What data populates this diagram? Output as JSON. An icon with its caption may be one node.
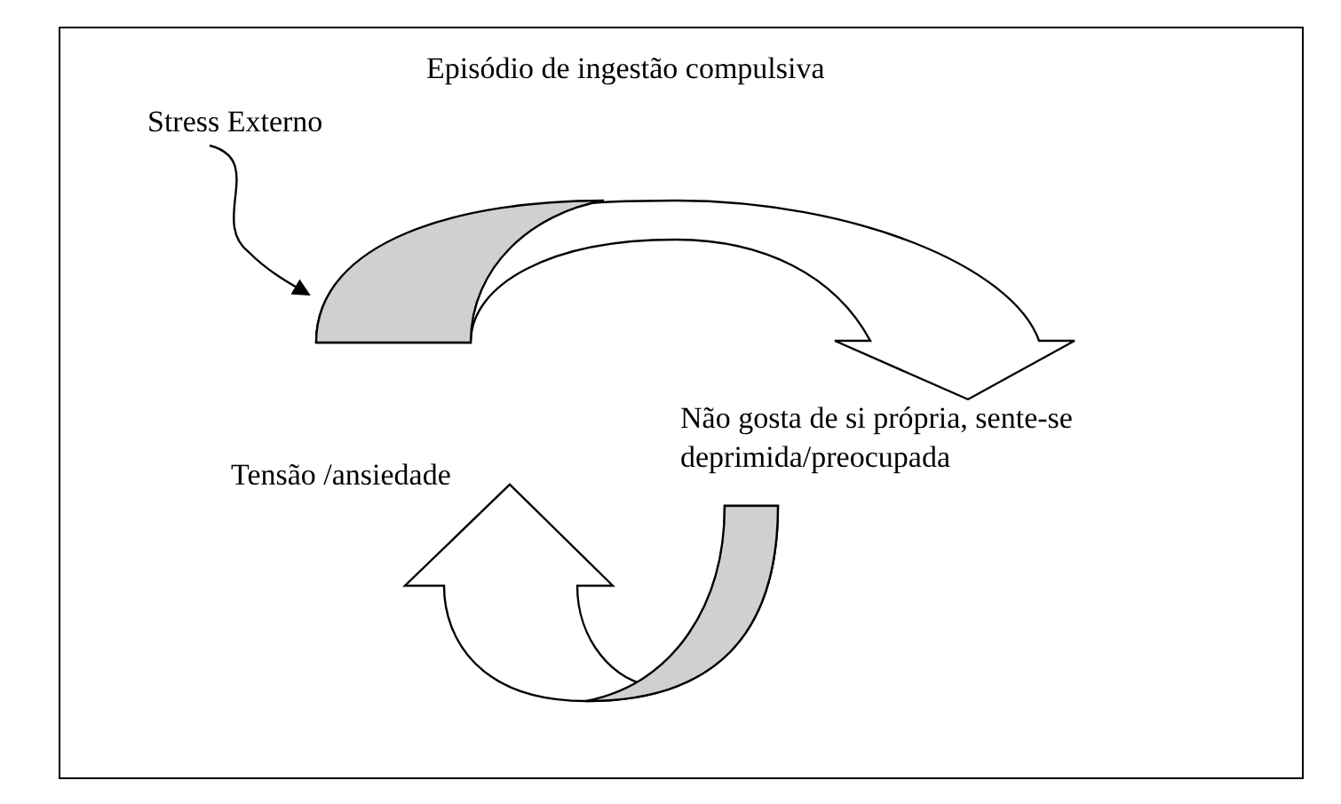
{
  "diagram": {
    "nodes": [
      {
        "text": [
          "Episódio de ingestão compulsiva"
        ]
      },
      {
        "text": [
          "Stress Externo"
        ]
      },
      {
        "text": [
          "Não gosta de si própria, sente-se deprimida/preocupada"
        ]
      },
      {
        "text": [
          "Tensão /ansiedade"
        ]
      }
    ],
    "edges": [
      {
        "from": 3,
        "to": 2,
        "arrow": "to"
      },
      {
        "from": 2,
        "to": 3,
        "arrow": "to"
      },
      {
        "from": 1,
        "to": null,
        "arrow": "to"
      }
    ]
  }
}
